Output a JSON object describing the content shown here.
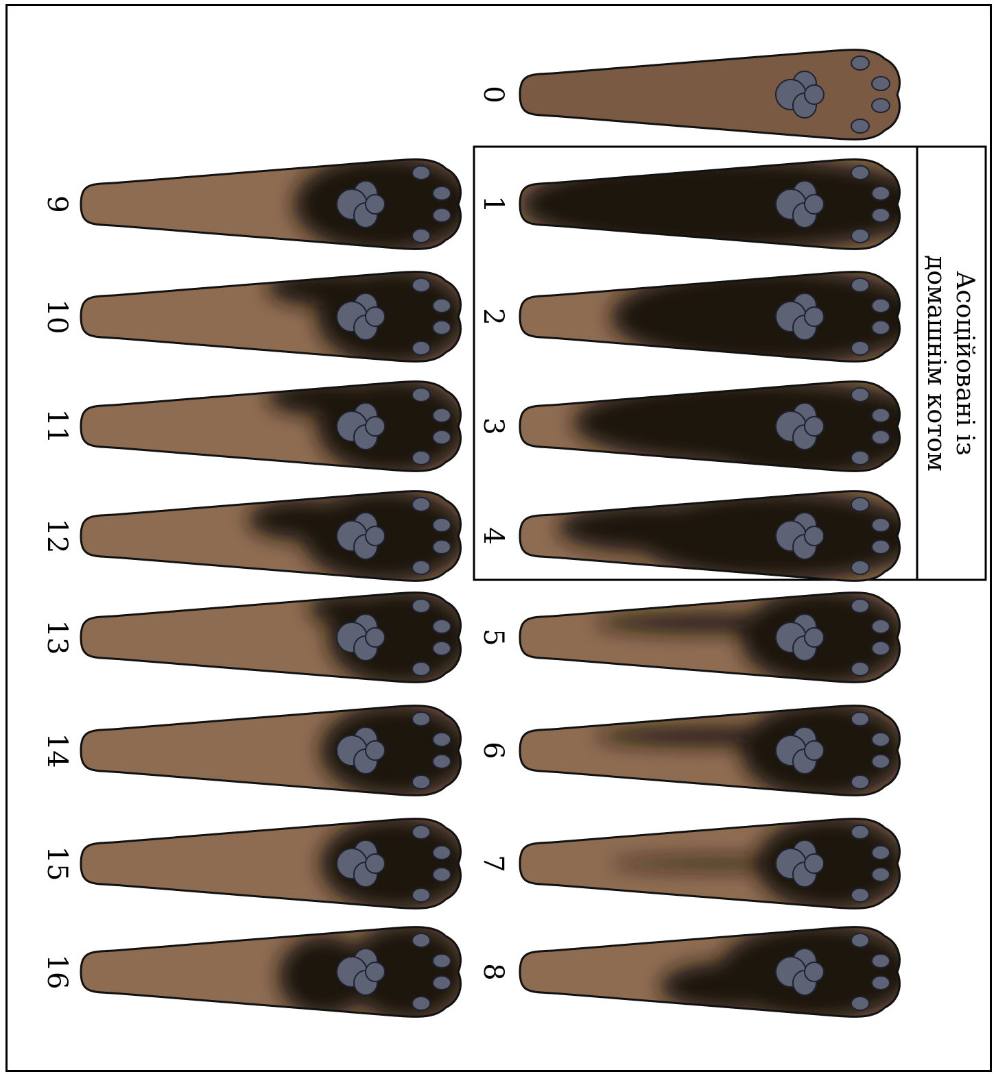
{
  "figure": {
    "box_title_lines": [
      "Асоційовані із",
      "домашнім котом"
    ],
    "colors": {
      "base": "#7a5a42",
      "base_light": "#8e6c52",
      "dark": "#1c120c",
      "pad": "#5d6275",
      "pad_outline": "#1f2230",
      "outline": "#111111"
    },
    "paws": [
      {
        "label": "0",
        "pattern": "none"
      },
      {
        "label": "1",
        "pattern": "full"
      },
      {
        "label": "2",
        "pattern": "most"
      },
      {
        "label": "3",
        "pattern": "full-fading"
      },
      {
        "label": "4",
        "pattern": "full-light-tip"
      },
      {
        "label": "5",
        "pattern": "streak"
      },
      {
        "label": "6",
        "pattern": "streak"
      },
      {
        "label": "7",
        "pattern": "streak-thin"
      },
      {
        "label": "8",
        "pattern": "band"
      },
      {
        "label": "9",
        "pattern": "half"
      },
      {
        "label": "10",
        "pattern": "hook"
      },
      {
        "label": "11",
        "pattern": "hook"
      },
      {
        "label": "12",
        "pattern": "smudge"
      },
      {
        "label": "13",
        "pattern": "hook-short"
      },
      {
        "label": "14",
        "pattern": "short"
      },
      {
        "label": "15",
        "pattern": "short"
      },
      {
        "label": "16",
        "pattern": "ring"
      }
    ]
  }
}
